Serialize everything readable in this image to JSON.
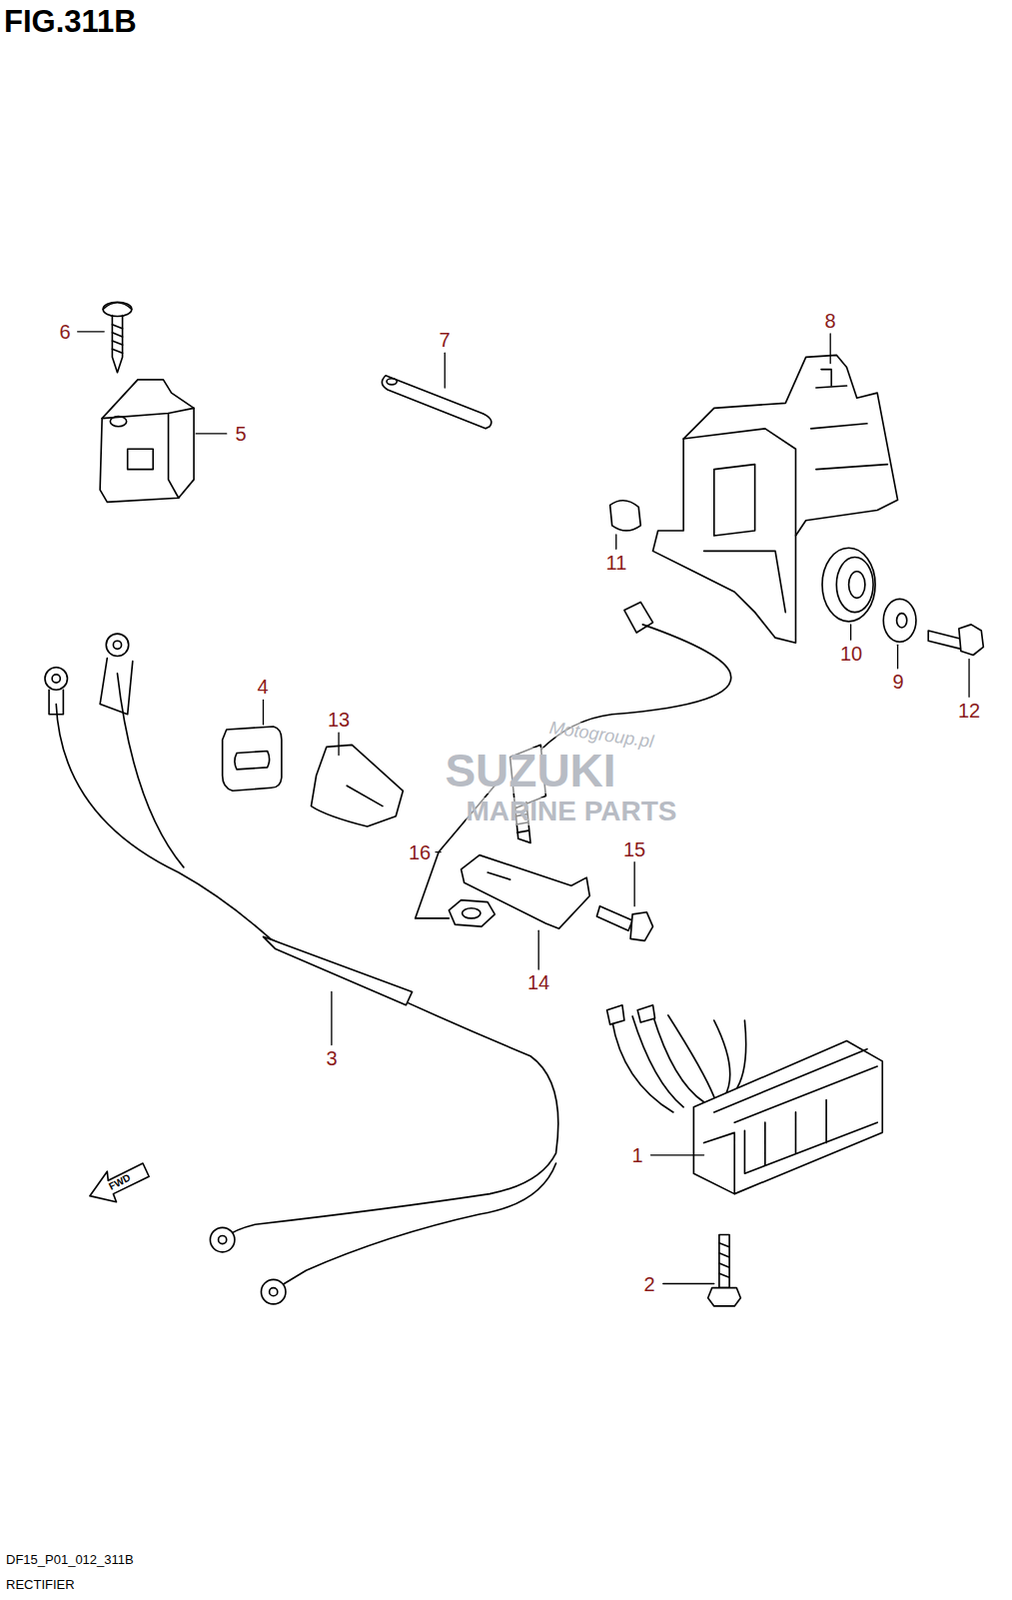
{
  "diagram": {
    "title": "FIG.311B",
    "caption": "RECTIFIER",
    "labels": [
      "6",
      "7",
      "5",
      "8",
      "11",
      "10",
      "9",
      "12",
      "4",
      "13",
      "16",
      "15",
      "14",
      "3",
      "1",
      "2",
      "FWD",
      "Motogroup.pl",
      "SUZUKI",
      "MARINE PARTS",
      "DF15_P01_012_311B"
    ]
  }
}
